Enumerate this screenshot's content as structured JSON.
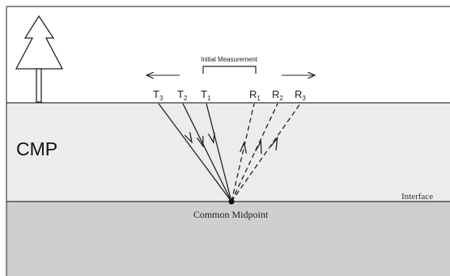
{
  "labels": {
    "initial_measurement": "Initial Measurement",
    "cmp": "CMP",
    "interface": "Interface",
    "common_midpoint": "Common Midpoint"
  },
  "transmitters": [
    {
      "letter": "T",
      "sub": "3"
    },
    {
      "letter": "T",
      "sub": "2"
    },
    {
      "letter": "T",
      "sub": "1"
    }
  ],
  "receivers": [
    {
      "letter": "R",
      "sub": "1"
    },
    {
      "letter": "R",
      "sub": "2"
    },
    {
      "letter": "R",
      "sub": "3"
    }
  ],
  "colors": {
    "sky": "#ffffff",
    "upper_layer": "#ececec",
    "lower_layer": "#cfcfcf",
    "ink": "#222222"
  }
}
